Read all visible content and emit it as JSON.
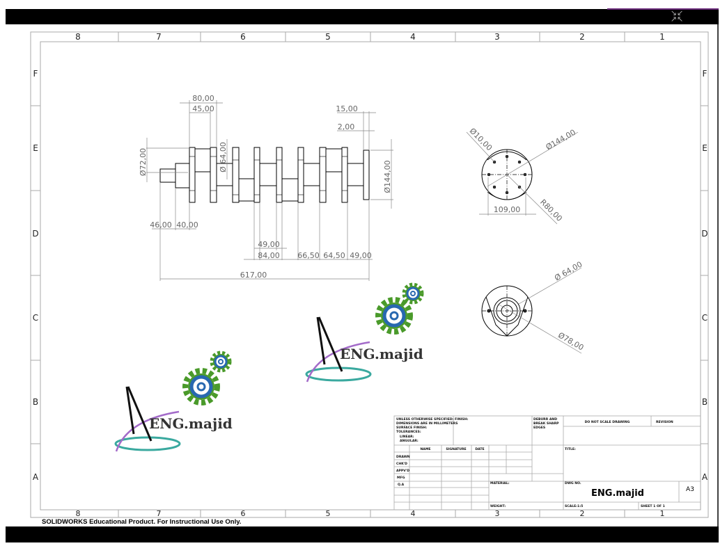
{
  "window": {
    "collapse_icon": "collapse-arrows-icon"
  },
  "zones": {
    "columns": [
      "8",
      "7",
      "6",
      "5",
      "4",
      "3",
      "2",
      "1"
    ],
    "rows": [
      "F",
      "E",
      "D",
      "C",
      "B",
      "A"
    ]
  },
  "front_view": {
    "dimensions": {
      "d80": "80,00",
      "d45": "45,00",
      "dia64": "Ø 64,00",
      "dia72": "Ø72,00",
      "d15": "15,00",
      "d2": "2,00",
      "dia144": "Ø144,00",
      "d46": "46,00",
      "d40": "40,00",
      "d49a": "49,00",
      "d84": "84,00",
      "d66_5": "66,50",
      "d64_5": "64,50",
      "d49b": "49,00",
      "d617": "617,00"
    }
  },
  "end_view_top": {
    "dia10": "Ø10,00",
    "dia144": "Ø144,00",
    "d109": "109,00",
    "r80": "R80,00"
  },
  "end_view_bottom": {
    "dia64": "Ø 64,00",
    "dia78": "Ø78,00"
  },
  "logos": [
    {
      "text": "ENG.majid"
    },
    {
      "text": "ENG.majid"
    }
  ],
  "title_block": {
    "notes": [
      "UNLESS OTHERWISE SPECIFIED:",
      "DIMENSIONS ARE IN MILLIMETERS",
      "SURFACE FINISH:",
      "TOLERANCES:",
      "LINEAR:",
      "ANGULAR:"
    ],
    "finish": "FINISH:",
    "deburr": [
      "DEBURR AND",
      "BREAK SHARP",
      "EDGES"
    ],
    "do_not_scale": "DO NOT SCALE DRAWING",
    "revision": "REVISION",
    "col_name": "NAME",
    "col_signature": "SIGNATURE",
    "col_date": "DATE",
    "rows": [
      "DRAWN",
      "CHK'D",
      "APPV'D",
      "MFG",
      "Q.A"
    ],
    "title": "TITLE:",
    "material": "MATERIAL:",
    "weight": "WEIGHT:",
    "dwg_no_label": "DWG NO.",
    "dwg_no": "ENG.majid",
    "size": "A3",
    "scale": "SCALE:1:5",
    "sheet": "SHEET 1 OF 1"
  },
  "watermark": "SOLIDWORKS Educational Product. For Instructional Use Only."
}
